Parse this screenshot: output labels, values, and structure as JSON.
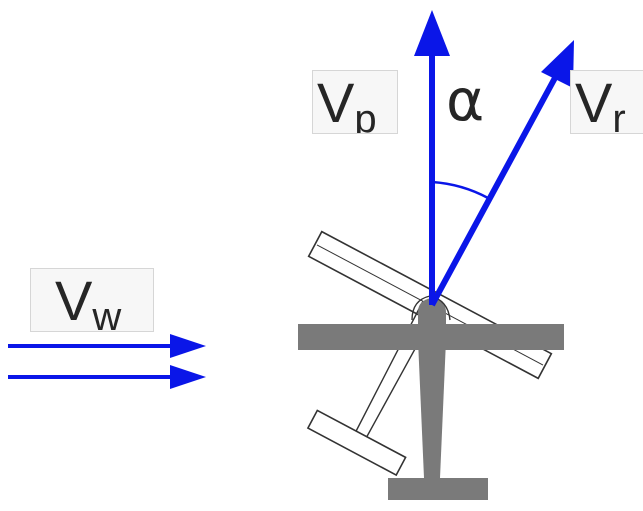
{
  "labels": {
    "vp_main": "V",
    "vp_sub": "p",
    "vr_main": "V",
    "vr_sub": "r",
    "vw_main": "V",
    "vw_sub": "w",
    "alpha": "α"
  },
  "colors": {
    "vector": "#0a16e8",
    "aircraft_body": "#7a7a7a",
    "outline": "#333333",
    "label_bg": "#f7f7f7"
  }
}
